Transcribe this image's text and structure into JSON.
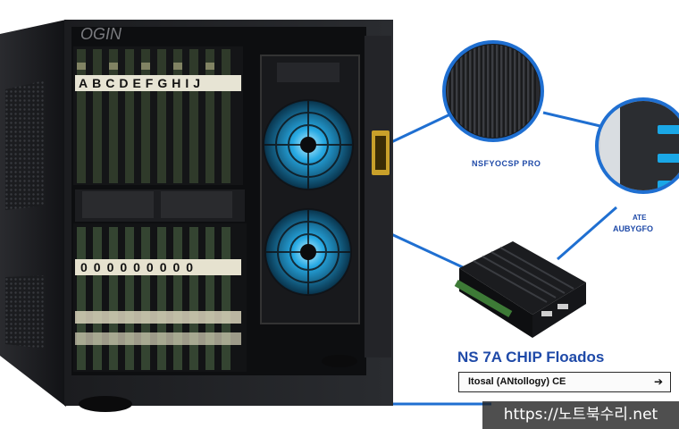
{
  "image": {
    "top_logo": "OGIN",
    "module_labels": "ABCDEFGHIJ",
    "ram_labels_lower": "000000000",
    "callout_label_1": "NSFYOCSP PRO",
    "callout_label_2": "ATE",
    "callout_label_3": "AUBYGFO",
    "headline": "NS 7A CHIP Floados",
    "caption_bar": "Itosal (ANtollogy) CE",
    "caption_arrow": "➔",
    "watermark": "https://노트북수리.net"
  },
  "colors": {
    "chassis": "#1c1d20",
    "fan_glow": "#1aa7e6",
    "connector_line": "#1f6fd1",
    "accent_text": "#1f4aa8",
    "gold_port": "#c8a02a"
  }
}
